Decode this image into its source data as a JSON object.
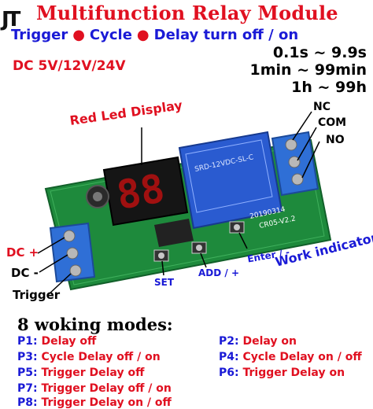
{
  "logo": "JT",
  "title": "Multifunction Relay Module",
  "modes_line": {
    "trigger": "Trigger",
    "cycle": "Cycle",
    "delay": "Delay turn off / on",
    "dot": "●"
  },
  "voltage": "DC 5V/12V/24V",
  "ranges": [
    "0.1s ~ 9.9s",
    "1min ~ 99min",
    "1h ~ 99h"
  ],
  "board_labels": {
    "display": "Red Led Display",
    "nc": "NC",
    "com": "COM",
    "no": "NO",
    "dc_plus": "DC +",
    "dc_minus": "DC -",
    "trigger": "Trigger",
    "set": "SET",
    "add": "ADD / +",
    "enter": "Enter / -",
    "work": "Work indicator",
    "led_digits": "88",
    "relay_text": "SRD-12VDC-SL-C",
    "pcb_code": "20190314",
    "pcb_model": "CR05-V2.2"
  },
  "modes_title": "8 woking modes:",
  "modes": [
    {
      "code": "P1:",
      "text": "Delay off"
    },
    {
      "code": "P2:",
      "text": "Delay on"
    },
    {
      "code": "P3:",
      "text": "Cycle Delay off / on"
    },
    {
      "code": "P4:",
      "text": "Cycle Delay on / off"
    },
    {
      "code": "P5:",
      "text": "Trigger Delay off"
    },
    {
      "code": "P6:",
      "text": "Trigger Delay on"
    },
    {
      "code": "P7:",
      "text": "Trigger Delay off / on"
    },
    {
      "code": "P8:",
      "text": "Trigger Delay on / off"
    }
  ],
  "colors": {
    "accent_red": "#e01020",
    "accent_blue": "#1a1ad6",
    "pcb_green": "#1e8a3c",
    "terminal_blue": "#2f6fd6",
    "relay_blue": "#2a5bd0"
  }
}
